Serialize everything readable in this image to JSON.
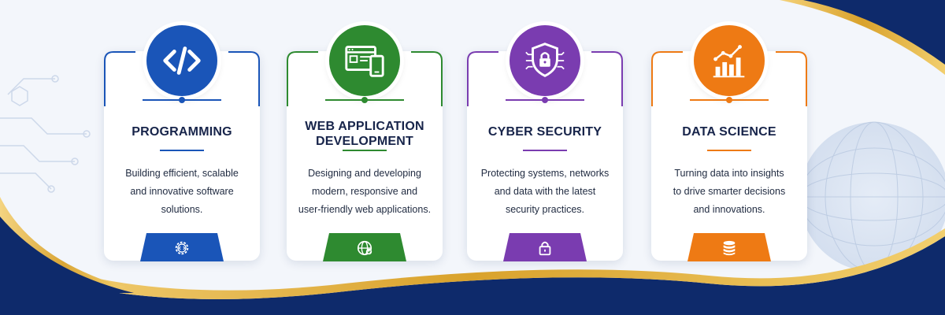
{
  "colors": {
    "programming": "#1a55b8",
    "web": "#2e8a30",
    "security": "#7a3cb0",
    "data": "#ee7a14",
    "navy": "#0e2a6b",
    "gold": "#e2b23a"
  },
  "cards": [
    {
      "title": "PROGRAMMING",
      "description": "Building efficient, scalable\nand innovative software\nsolutions.",
      "top_icon": "code-icon",
      "bottom_icon": "gear-code-icon"
    },
    {
      "title": "WEB APPLICATION\nDEVELOPMENT",
      "description": "Designing and developing\nmodern, responsive and\nuser-friendly web applications.",
      "top_icon": "browser-mobile-icon",
      "bottom_icon": "globe-icon"
    },
    {
      "title": "CYBER SECURITY",
      "description": "Protecting systems, networks\nand data with the latest\nsecurity practices.",
      "top_icon": "shield-lock-icon",
      "bottom_icon": "padlock-icon"
    },
    {
      "title": "DATA SCIENCE",
      "description": "Turning data into insights\nto drive smarter decisions\nand innovations.",
      "top_icon": "bar-chart-trend-icon",
      "bottom_icon": "database-icon"
    }
  ]
}
